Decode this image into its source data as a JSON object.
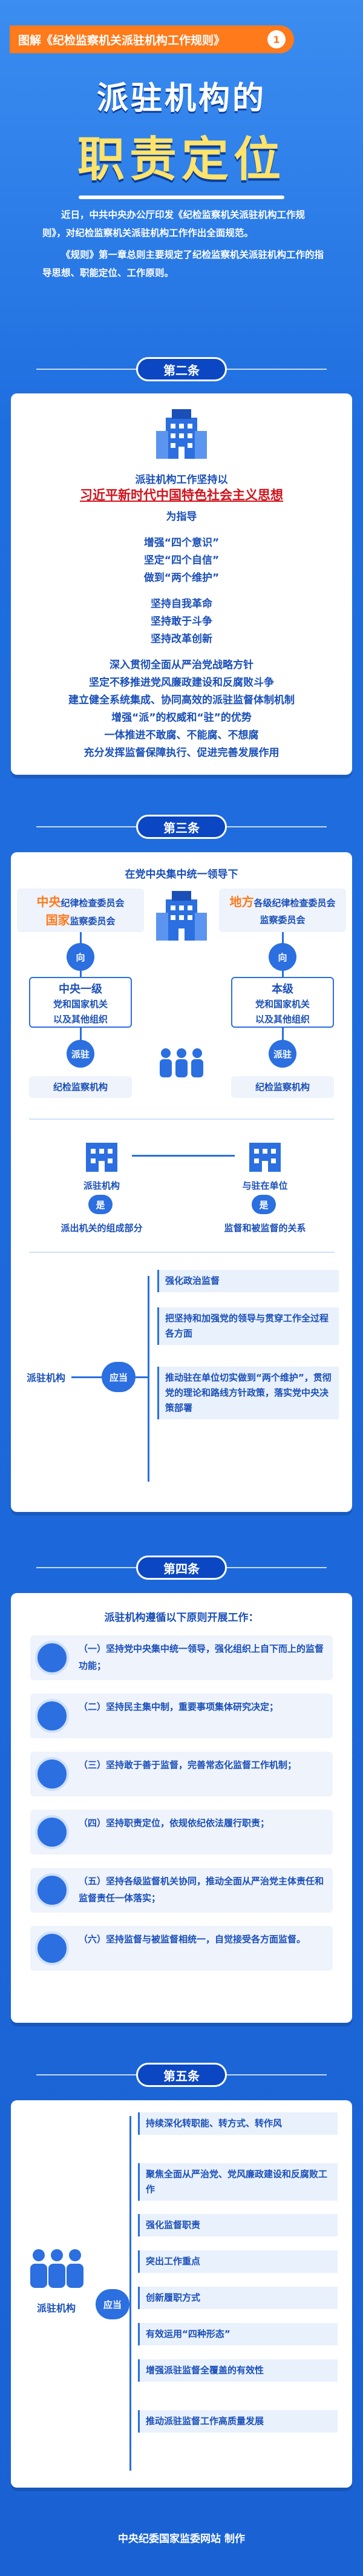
{
  "header": {
    "title": "图解《纪检监察机关派驻机构工作规则》",
    "number": "1"
  },
  "hero": {
    "line1": "派驻机构的",
    "line2": "职责定位"
  },
  "intro": {
    "p1": "近日，中共中央办公厅印发《纪检监察机关派驻机构工作规则》，对纪检监察机关派驻机构工作作出全面规范。",
    "p2": "《规则》第一章总则主要规定了纪检监察机关派驻机构工作的指导思想、职能定位、工作原则。"
  },
  "s2": {
    "title": "第二条",
    "lead": "派驻机构工作坚持以",
    "red": "习近平新时代中国特色社会主义思想",
    "guide": "为指导",
    "items1": [
      "增强“四个意识”",
      "坚定“四个自信”",
      "做到“两个维护”"
    ],
    "items2": [
      "坚持自我革命",
      "坚持敢于斗争",
      "坚持改革创新"
    ],
    "items3": [
      "深入贯彻全面从严治党战略方针",
      "坚定不移推进党风廉政建设和反腐败斗争",
      "建立健全系统集成、协同高效的派驻监督体制机制",
      "增强“派”的权威和“驻”的优势",
      "一体推进不敢腐、不能腐、不想腐",
      "充分发挥监督保障执行、促进完善发展作用"
    ]
  },
  "s3": {
    "title": "第三条",
    "lead": "在党中央集中统一领导下",
    "left_top": {
      "h": "中央",
      "t1": "纪律检查委员会",
      "h2": "国家",
      "t2": "监察委员会"
    },
    "right_top": {
      "h": "地方",
      "t1": "各级纪律检查委员会",
      "t2": "监察委员会"
    },
    "dispatch": "向",
    "left_mid": {
      "h": "中央一级",
      "t1": "党和国家机关",
      "t2": "以及其他组织"
    },
    "right_mid": {
      "h": "本级",
      "t1": "党和国家机关",
      "t2": "以及其他组织"
    },
    "send": "派驻",
    "left_bottom": "纪检监察机构",
    "right_bottom": "纪检监察机构",
    "b_left_label": "派驻机构",
    "b_right_label": "与驻在单位",
    "is": "是",
    "b_left_res": "派出机关的组成部分",
    "b_right_res": "监督和被监督的关系",
    "role": "派驻机构",
    "should": "应当",
    "duties": [
      "强化政治监督",
      "把坚持和加强党的领导与贯穿工作全过程各方面",
      "推动驻在单位切实做到“两个维护”，贯彻党的理论和路线方针政策，落实党中央决策部署"
    ]
  },
  "s4": {
    "title": "第四条",
    "lead": "派驻机构遵循以下原则开展工作：",
    "rows": [
      "（一）坚持党中央集中统一领导，强化组织上自下而上的监督功能；",
      "（二）坚持民主集中制，重要事项集体研究决定；",
      "（三）坚持敢于善于监督，完善常态化监督工作机制；",
      "（四）坚持职责定位，依规依纪依法履行职责；",
      "（五）坚持各级监督机关协同，推动全面从严治党主体责任和监督责任一体落实；",
      "（六）坚持监督与被监督相统一，自觉接受各方面监督。"
    ]
  },
  "s5": {
    "title": "第五条",
    "role": "派驻机构",
    "should": "应当",
    "items": [
      "持续深化转职能、转方式、转作风",
      "聚焦全面从严治党、党风廉政建设和反腐败工作",
      "强化监督职责",
      "突出工作重点",
      "创新履职方式",
      "有效运用“四种形态”",
      "增强派驻监督全覆盖的有效性",
      "推动派驻监督工作高质量发展"
    ]
  },
  "footer": "中央纪委国家监委网站 制作"
}
